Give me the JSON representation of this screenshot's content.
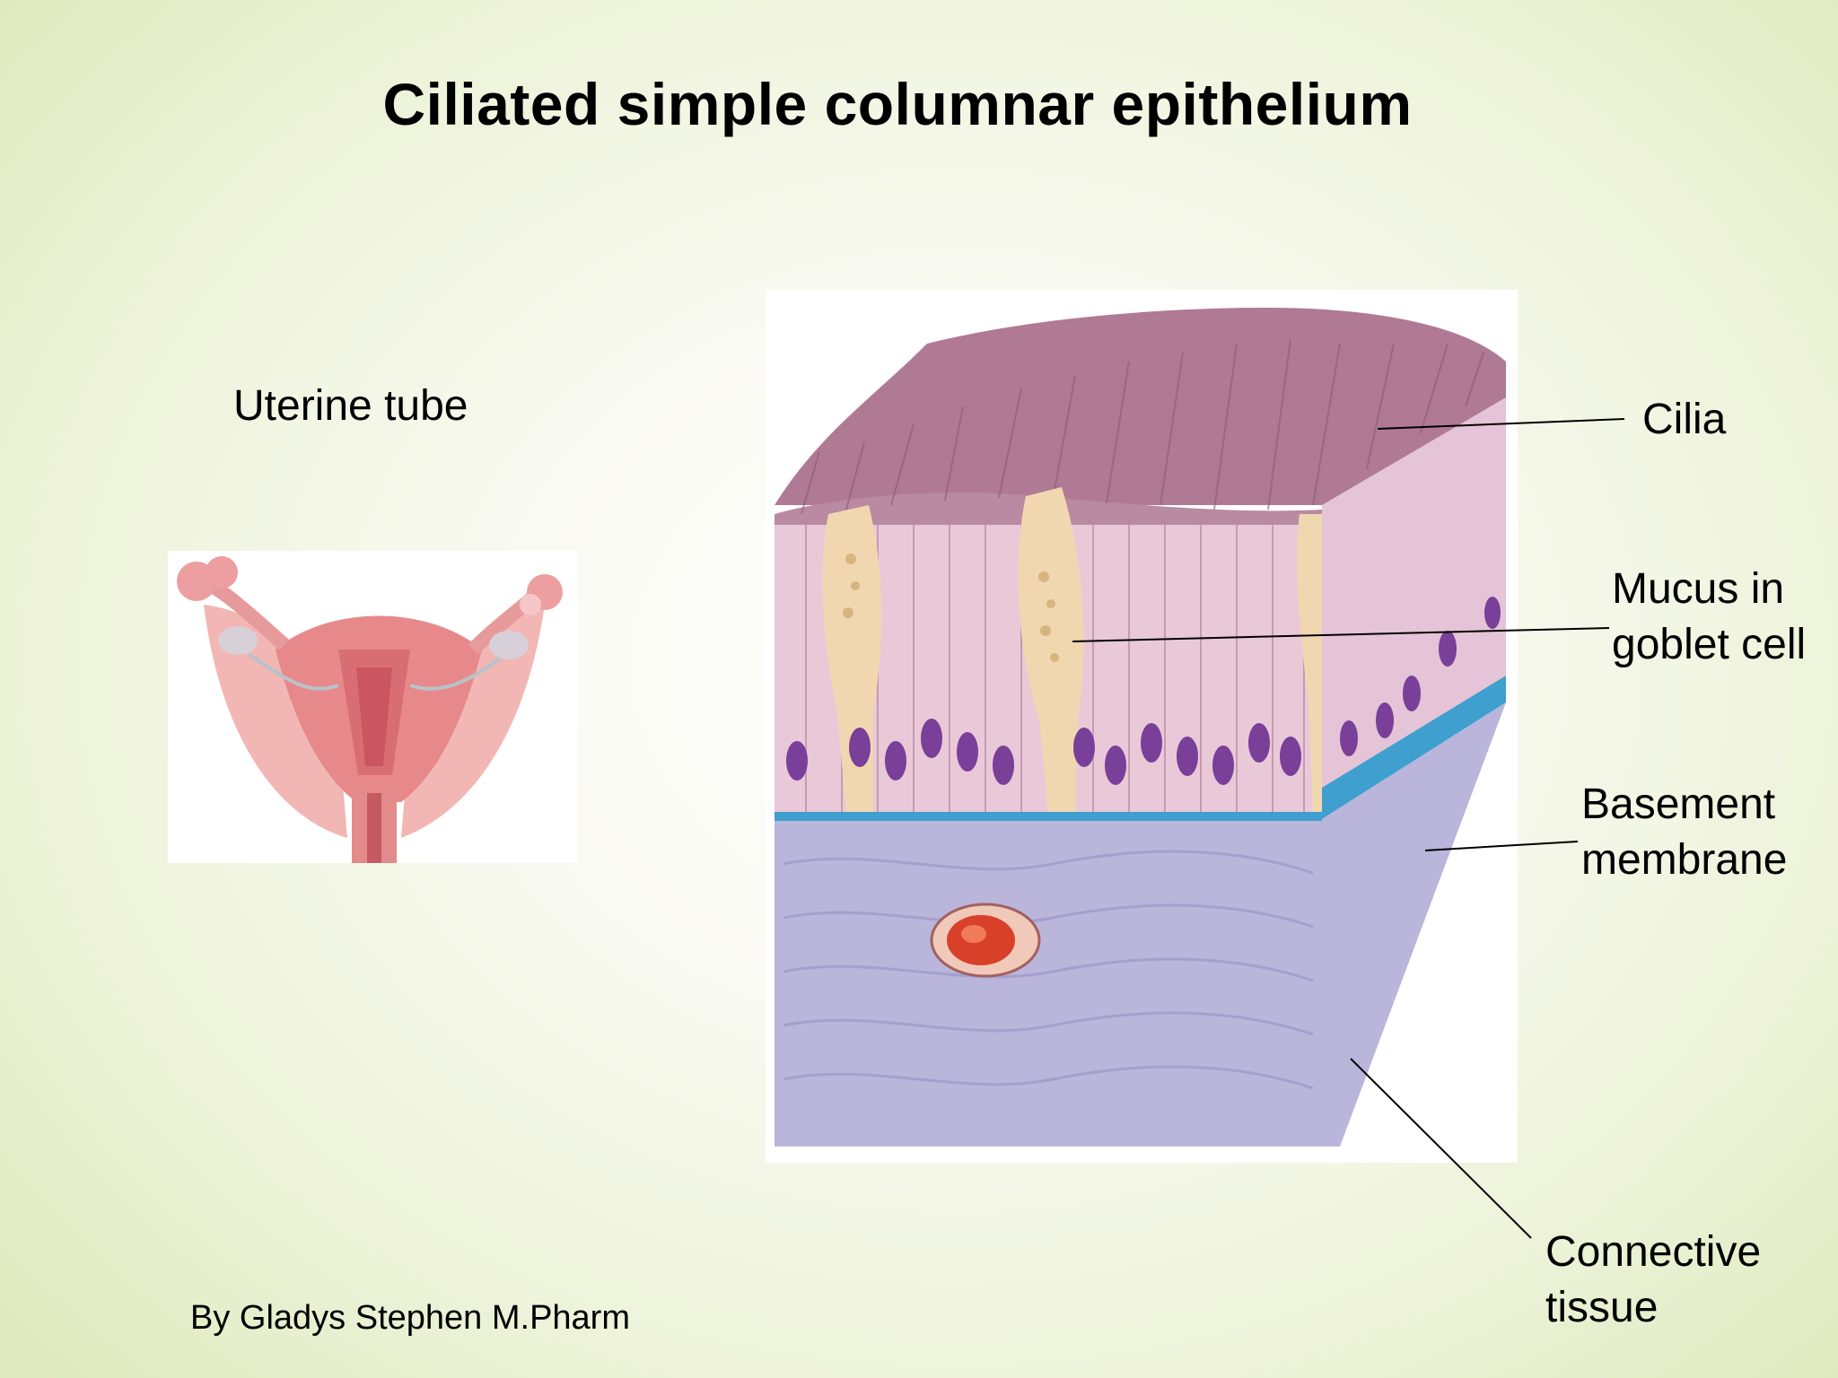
{
  "slide": {
    "title": "Ciliated simple columnar epithelium",
    "credit": "By Gladys Stephen M.Pharm"
  },
  "inset": {
    "label": "Uterine tube"
  },
  "labels": {
    "cilia": "Cilia",
    "mucus": "Mucus in\ngoblet cell",
    "basement": "Basement\nmembrane",
    "connective": "Connective\ntissue"
  },
  "colors": {
    "cell_pink": "#e9c9d8",
    "cilia_mauve": "#b07a94",
    "goblet": "#f1d7b0",
    "nucleus": "#7a3f98",
    "basement_blue": "#3f9fcf",
    "connective_lavender": "#b9b5db",
    "vessel_red": "#d8402a"
  }
}
